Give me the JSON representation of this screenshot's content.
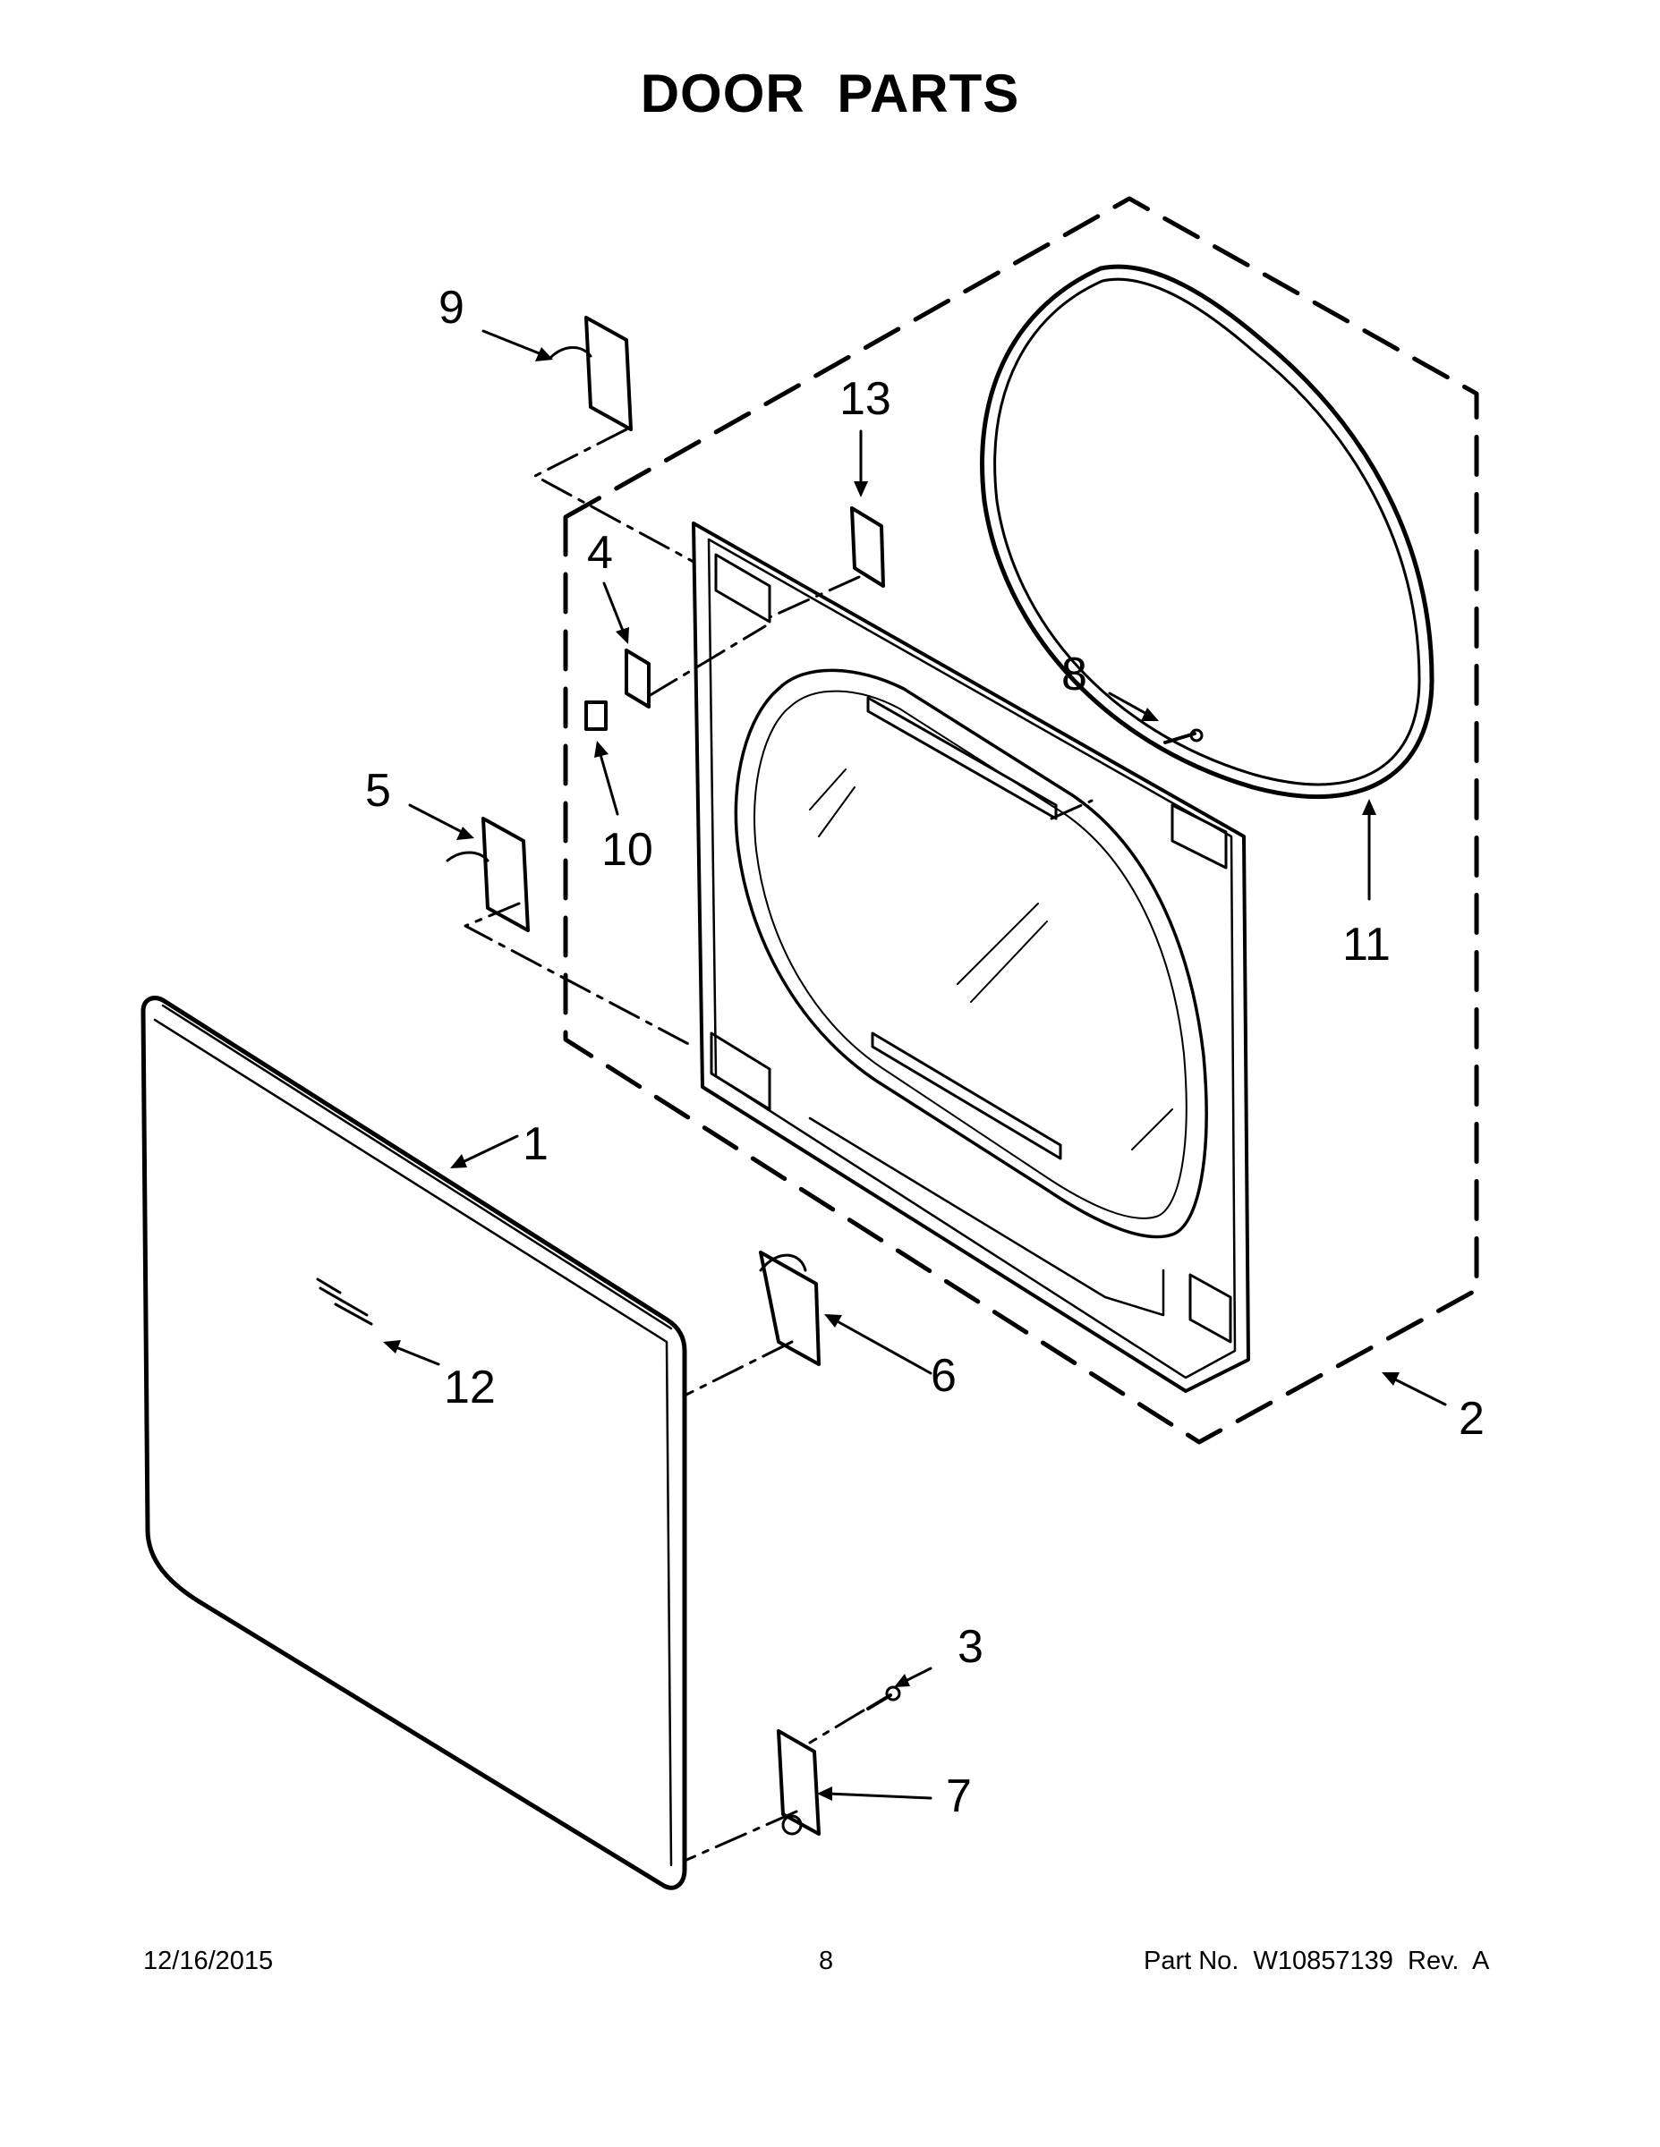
{
  "title": "DOOR PARTS",
  "callouts": {
    "c1": "1",
    "c2": "2",
    "c3": "3",
    "c4": "4",
    "c5": "5",
    "c6": "6",
    "c7": "7",
    "c8": "8",
    "c9": "9",
    "c10": "10",
    "c11": "11",
    "c12": "12",
    "c13": "13"
  },
  "footer": {
    "date": "12/16/2015",
    "page": "8",
    "part": "Part No.  W10857139  Rev.  A"
  }
}
